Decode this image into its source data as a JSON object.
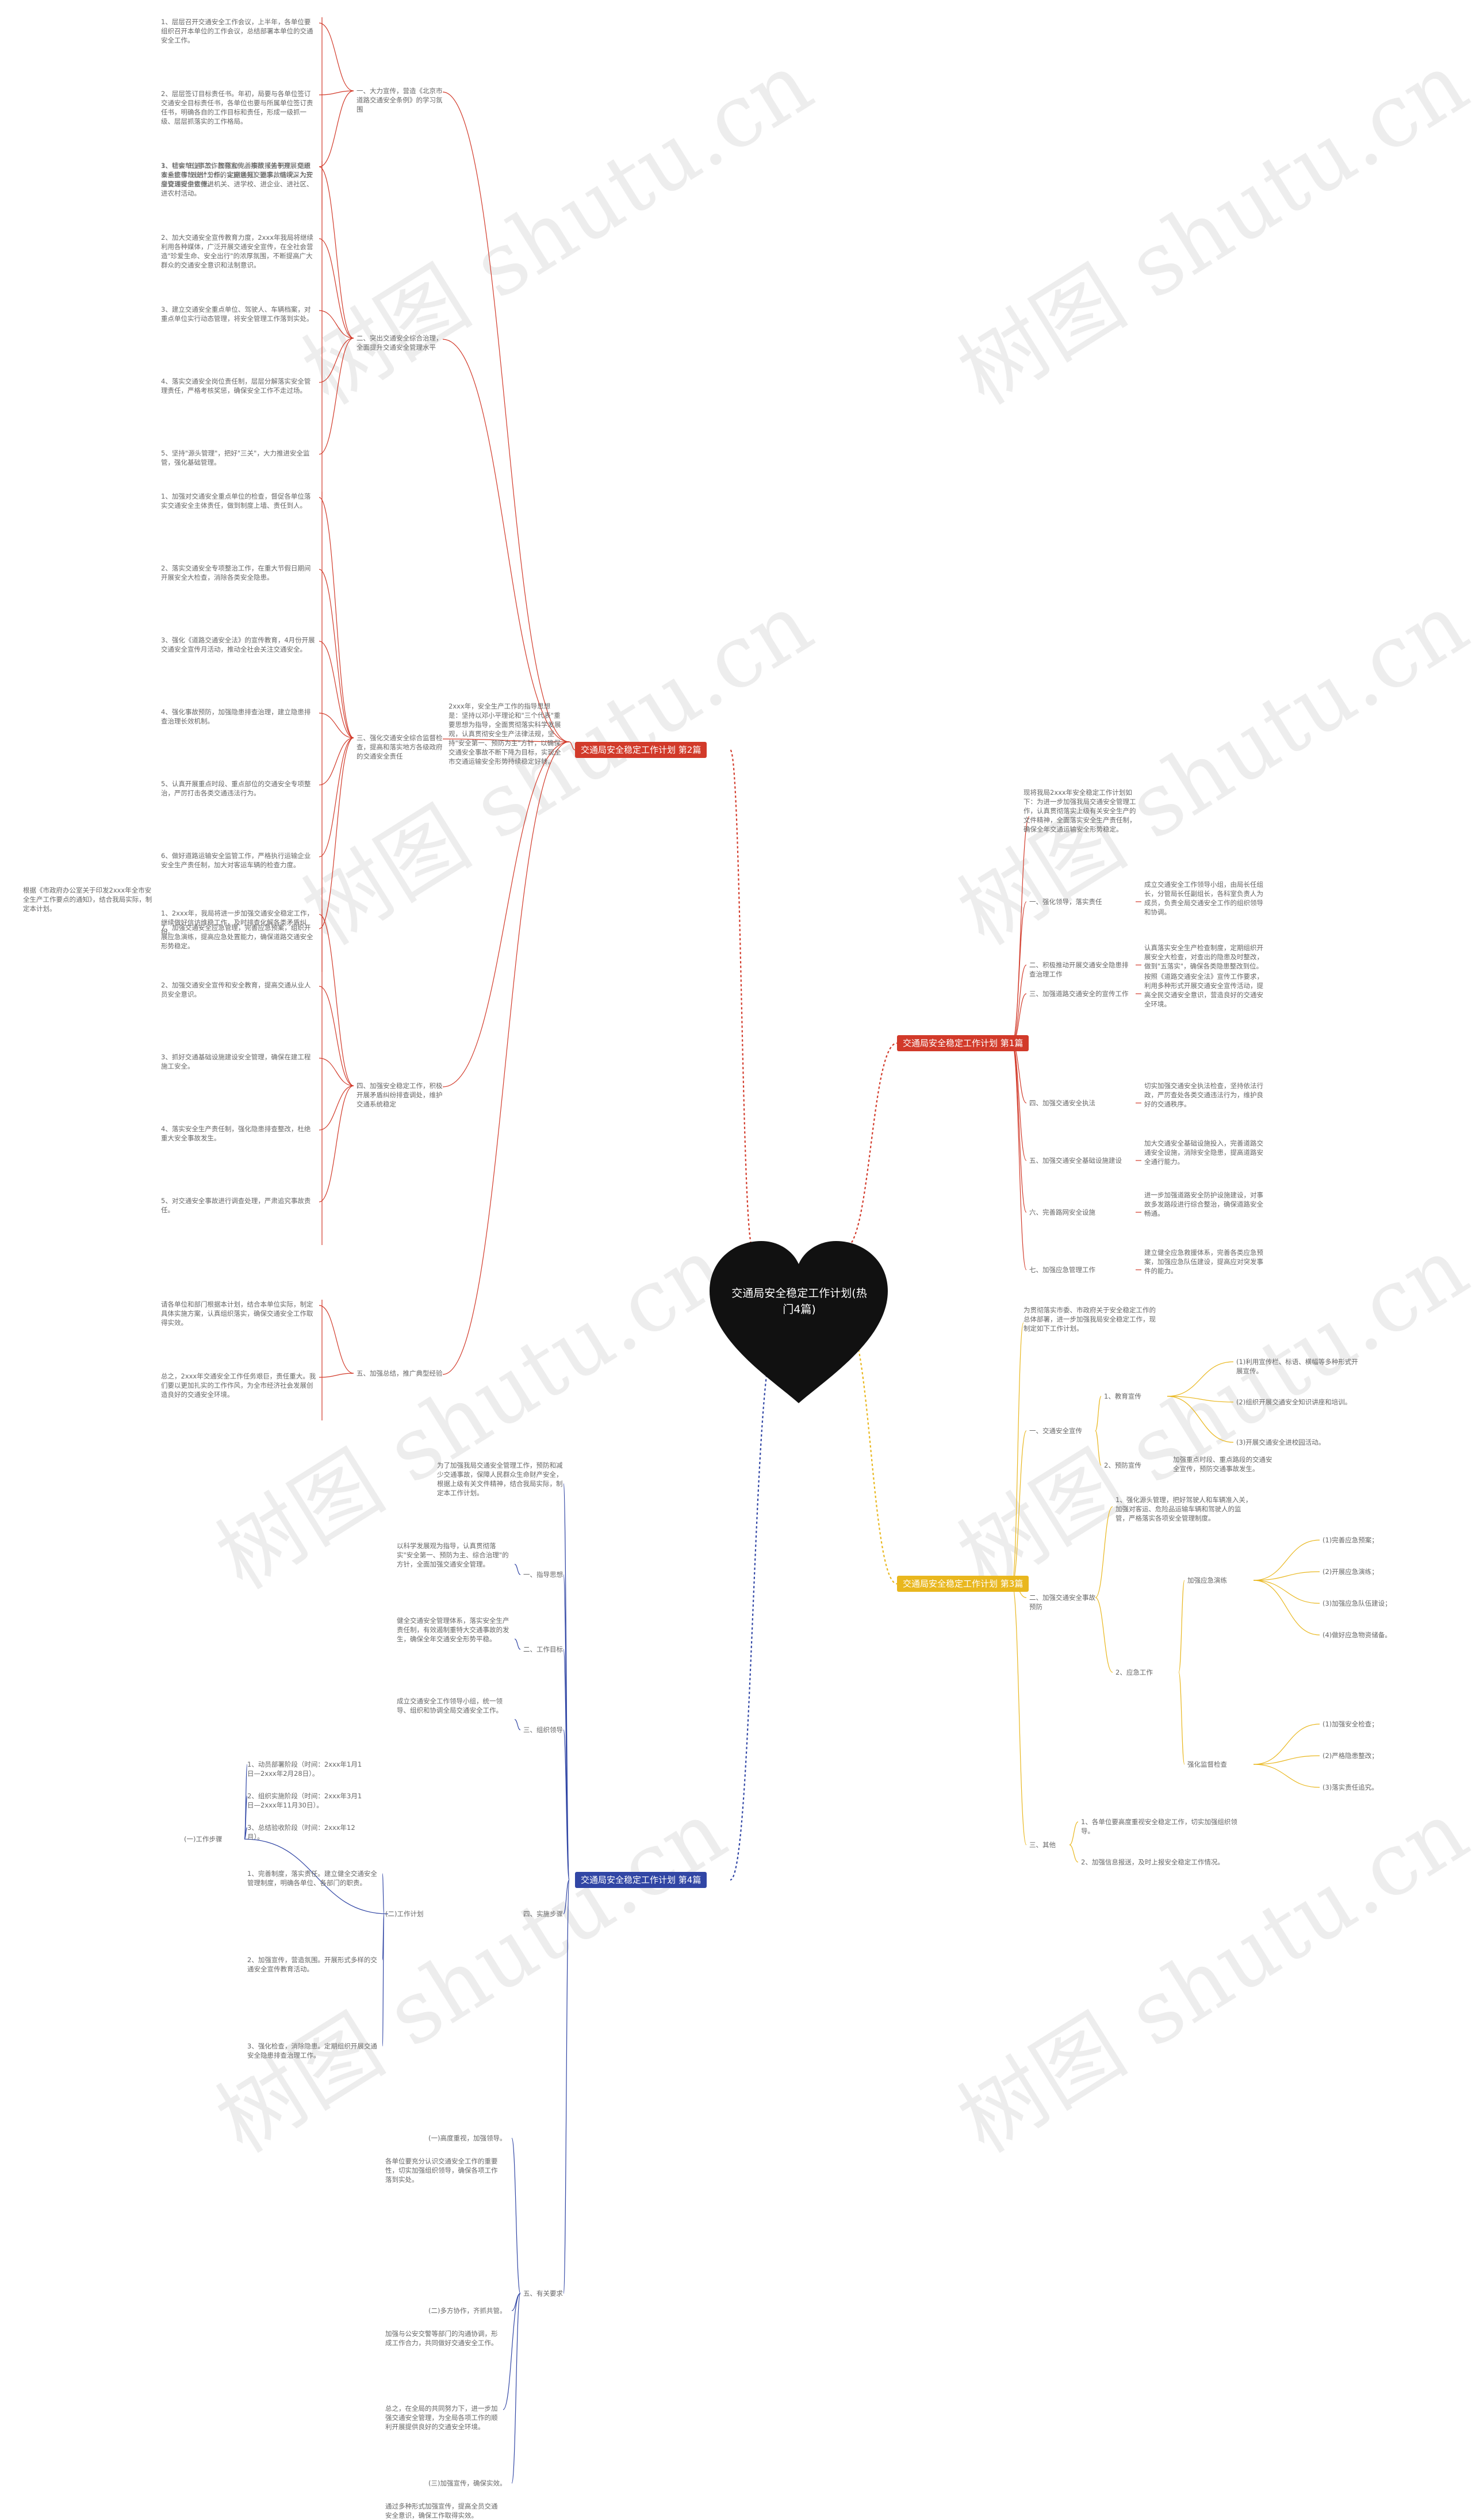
{
  "title": "交通局安全稳定工作计划(热门4篇)",
  "watermark": "树图 shutu.cn",
  "colors": {
    "red": "#d23a2a",
    "yellow": "#e9b71e",
    "blue": "#3146a5",
    "heart": "#111111"
  },
  "branch1": {
    "label": "交通局安全稳定工作计划 第2篇",
    "intro": "2xxx年，安全生产工作的指导思想是：坚持以邓小平理论和\"三个代表\"重要思想为指导，全面贯彻落实科学发展观，认真贯彻安全生产法律法规，坚持\"安全第一、预防为主\"方针，以确保交通安全事故不断下降为目标，实现全市交通运输安全形势持续稳定好转。",
    "items": [
      {
        "label": "一、大力宣传，营造《北京市道路交通安全条例》的学习氛围",
        "notes": [
          "1、层层召开交通安全工作会议，上半年，各单位要组织召开本单位的工作会议，总结部署本单位的交通安全工作。",
          "2、层层签订目标责任书。年初，局要与各单位签订交通安全目标责任书，各单位也要与所属单位签订责任书，明确各自的工作目标和责任，形成一级抓一级、层层抓落实的工作格局。",
          "3、切实\"五进\"工作教育宣传。按照《关于开展交通安全宣传\"五进\"工作的实施意见》要求，继续深入开展交通安全宣传进机关、进学校、进企业、进社区、进农村活动。"
        ]
      },
      {
        "label": "二、突出交通安全综合治理，全面提升交通安全管理水平",
        "notes": [
          "1、社会单位事故，加强和完善事故报告制度，组织本系统事故统计分析，定期通报交通事故情况，为安全管理提供依据。",
          "2、加大交通安全宣传教育力度，2xxx年我局将继续利用各种媒体，广泛开展交通安全宣传，在全社会营造\"珍爱生命、安全出行\"的浓厚氛围，不断提高广大群众的交通安全意识和法制意识。",
          "3、建立交通安全重点单位、驾驶人、车辆档案，对重点单位实行动态管理，将安全管理工作落到实处。",
          "4、落实交通安全岗位责任制，层层分解落实安全管理责任，严格考核奖惩，确保安全工作不走过场。",
          "5、坚持\"源头管理\"，把好\"三关\"，大力推进安全监管，强化基础管理。"
        ]
      },
      {
        "label": "三、强化交通安全综合监督检查，提高和落实地方各级政府的交通安全责任",
        "notes": [
          "1、加强对交通安全重点单位的检查，督促各单位落实交通安全主体责任，做到制度上墙、责任到人。",
          "2、落实交通安全专项整治工作，在重大节假日期间开展安全大检查，消除各类安全隐患。",
          "3、强化《道路交通安全法》的宣传教育，4月份开展交通安全宣传月活动，推动全社会关注交通安全。",
          "4、强化事故预防，加强隐患排查治理，建立隐患排查治理长效机制。",
          "5、认真开展重点时段、重点部位的交通安全专项整治，严厉打击各类交通违法行为。",
          "6、做好道路运输安全监管工作，严格执行运输企业安全生产责任制，加大对客运车辆的检查力度。",
          "7、加强交通安全应急管理，完善应急预案，组织开展应急演练，提高应急处置能力，确保道路交通安全形势稳定。"
        ]
      },
      {
        "label": "四、加强安全稳定工作，积极开展矛盾纠纷排查调处，维护交通系统稳定",
        "notes": [
          "1、2xxx年，我局将进一步加强交通安全稳定工作，继续做好信访维稳工作，及时排查化解各类矛盾纠纷。",
          "2、加强交通安全宣传和安全教育，提高交通从业人员安全意识。",
          "3、抓好交通基础设施建设安全管理，确保在建工程施工安全。",
          "4、落实安全生产责任制，强化隐患排查整改，杜绝重大安全事故发生。",
          "5、对交通安全事故进行调查处理，严肃追究事故责任。"
        ]
      },
      {
        "label": "五、加强总结，推广典型经验",
        "notes": [
          "请各单位和部门根据本计划，结合本单位实际，制定具体实施方案，认真组织落实，确保交通安全工作取得实效。",
          "总之，2xxx年交通安全工作任务艰巨，责任重大。我们要以更加扎实的工作作风，为全市经济社会发展创造良好的交通安全环境。"
        ]
      }
    ],
    "side_note": "根据《市政府办公室关于印发2xxx年全市安全生产工作要点的通知》，结合我局实际，制定本计划。"
  },
  "branch2": {
    "label": "交通局安全稳定工作计划 第1篇",
    "intro": "现将我局2xxx年安全稳定工作计划如下：为进一步加强我局交通安全管理工作，认真贯彻落实上级有关安全生产的文件精神，全面落实安全生产责任制，确保全年交通运输安全形势稳定。",
    "items": [
      {
        "label": "一、强化领导，落实责任",
        "note": "成立交通安全工作领导小组，由局长任组长，分管局长任副组长，各科室负责人为成员，负责全局交通安全工作的组织领导和协调。"
      },
      {
        "label": "二、积极推动开展交通安全隐患排查治理工作",
        "note": "认真落实安全生产检查制度，定期组织开展安全大检查，对查出的隐患及时整改，做到\"五落实\"，确保各类隐患整改到位。"
      },
      {
        "label": "三、加强道路交通安全的宣传工作",
        "note": "按照《道路交通安全法》宣传工作要求，利用多种形式开展交通安全宣传活动，提高全民交通安全意识，营造良好的交通安全环境。"
      },
      {
        "label": "四、加强交通安全执法",
        "note": "切实加强交通安全执法检查，坚持依法行政，严厉查处各类交通违法行为，维护良好的交通秩序。"
      },
      {
        "label": "五、加强交通安全基础设施建设",
        "note": "加大交通安全基础设施投入，完善道路交通安全设施，消除安全隐患，提高道路安全通行能力。"
      },
      {
        "label": "六、完善路网安全设施",
        "note": "进一步加强道路安全防护设施建设，对事故多发路段进行综合整治，确保道路安全畅通。"
      },
      {
        "label": "七、加强应急管理工作",
        "note": "建立健全应急救援体系，完善各类应急预案，加强应急队伍建设，提高应对突发事件的能力。"
      }
    ]
  },
  "branch3": {
    "label": "交通局安全稳定工作计划 第3篇",
    "intro": "为贯彻落实市委、市政府关于安全稳定工作的总体部署，进一步加强我局安全稳定工作，现制定如下工作计划。",
    "items": [
      {
        "label": "一、交通安全宣传",
        "subs": [
          {
            "label": "1、教育宣传",
            "notes": [
              "(1)利用宣传栏、标语、横幅等多种形式开展宣传。",
              "(2)组织开展交通安全知识讲座和培训。",
              "(3)开展交通安全进校园活动。"
            ]
          },
          {
            "label": "2、预防宣传",
            "note": "加强重点时段、重点路段的交通安全宣传，预防交通事故发生。"
          }
        ]
      },
      {
        "label": "二、加强交通安全事故预防",
        "intro": "1、强化源头管理，把好驾驶人和车辆准入关，加强对客运、危险品运输车辆和驾驶人的监管，严格落实各项安全管理制度。",
        "subs": [
          {
            "label": "2、应急工作",
            "groups": [
              {
                "label": "加强应急演练",
                "notes": [
                  "(1)完善应急预案；",
                  "(2)开展应急演练；",
                  "(3)加强应急队伍建设；",
                  "(4)做好应急物资储备。"
                ]
              },
              {
                "label": "强化监督检查",
                "notes": [
                  "(1)加强安全检查；",
                  "(2)严格隐患整改；",
                  "(3)落实责任追究。"
                ]
              }
            ]
          }
        ]
      },
      {
        "label": "三、其他",
        "notes": [
          "1、各单位要高度重视安全稳定工作，切实加强组织领导。",
          "2、加强信息报送，及时上报安全稳定工作情况。"
        ]
      }
    ]
  },
  "branch4": {
    "label": "交通局安全稳定工作计划 第4篇",
    "intro": "为了加强我局交通安全管理工作，预防和减少交通事故，保障人民群众生命财产安全，根据上级有关文件精神，结合我局实际，制定本工作计划。",
    "items": [
      {
        "label": "一、指导思想",
        "note": "以科学发展观为指导，认真贯彻落实\"安全第一、预防为主、综合治理\"的方针，全面加强交通安全管理。"
      },
      {
        "label": "二、工作目标",
        "note": "健全交通安全管理体系，落实安全生产责任制，有效遏制重特大交通事故的发生，确保全年交通安全形势平稳。"
      },
      {
        "label": "三、组织领导",
        "note": "成立交通安全工作领导小组，统一领导、组织和协调全局交通安全工作。"
      },
      {
        "label": "四、实施步骤",
        "phases": [
          {
            "label": "(一)工作步骤",
            "notes": [
              "1、动员部署阶段（时间：2xxx年1月1日—2xxx年2月28日）。",
              "2、组织实施阶段（时间：2xxx年3月1日—2xxx年11月30日）。",
              "3、总结验收阶段（时间：2xxx年12月）。"
            ]
          },
          {
            "label": "(二)工作计划",
            "notes": [
              "1、完善制度，落实责任。建立健全交通安全管理制度，明确各单位、各部门的职责。",
              "2、加强宣传，营造氛围。开展形式多样的交通安全宣传教育活动。",
              "3、强化检查，消除隐患。定期组织开展交通安全隐患排查治理工作。"
            ]
          }
        ]
      },
      {
        "label": "五、有关要求",
        "reqs": [
          {
            "label": "(一)高度重视，加强领导。",
            "note": "各单位要充分认识交通安全工作的重要性，切实加强组织领导，确保各项工作落到实处。"
          },
          {
            "label": "(二)多方协作，齐抓共管。",
            "note": "加强与公安交警等部门的沟通协调，形成工作合力，共同做好交通安全工作。"
          },
          {
            "label": "(三)加强宣传，确保实效。",
            "note": "通过多种形式加强宣传，提高全员交通安全意识，确保工作取得实效。"
          }
        ],
        "closing": "总之，在全局的共同努力下，进一步加强交通安全管理，为全局各项工作的顺利开展提供良好的交通安全环境。"
      }
    ]
  }
}
